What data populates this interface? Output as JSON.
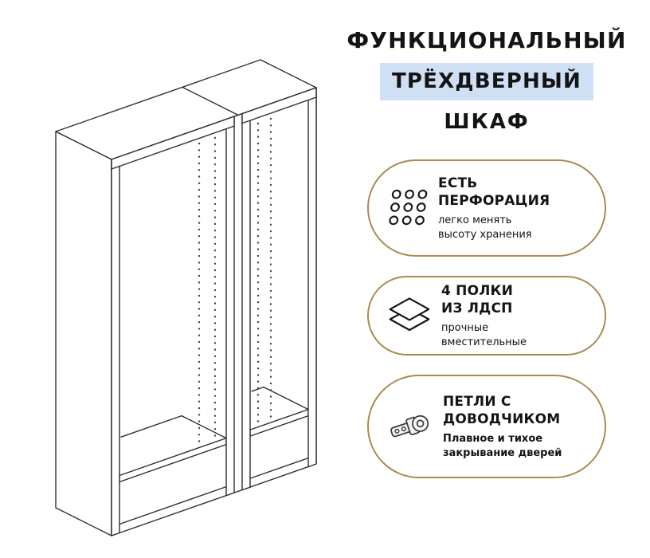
{
  "title": {
    "line1": "ФУНКЦИОНАЛЬНЫЙ",
    "line2": "ТРЁХДВЕРНЫЙ",
    "line3": "ШКАФ"
  },
  "badges": [
    {
      "icon": "perforation-holes-icon",
      "heading_line1": "ЕСТЬ",
      "heading_line2": "ПЕРФОРАЦИЯ",
      "sub_line1": "легко менять",
      "sub_line2": "высоту хранения"
    },
    {
      "icon": "shelves-stack-icon",
      "heading_line1": "4 ПОЛКИ",
      "heading_line2": "ИЗ ЛДСП",
      "sub_line1": "прочные",
      "sub_line2": "вместительные"
    },
    {
      "icon": "soft-close-hinge-icon",
      "heading_line1": "ПЕТЛИ С",
      "heading_line2": "ДОВОДЧИКОМ",
      "sub_line1": "Плавное и тихое",
      "sub_line2": "закрывание дверей"
    }
  ],
  "illustration": {
    "name": "three-door-wardrobe-open-frame-drawing"
  },
  "colors": {
    "accent_gold": "#a88c50",
    "highlight_blue": "#cfe0f4",
    "text": "#141414",
    "line": "#2f2f2f"
  }
}
